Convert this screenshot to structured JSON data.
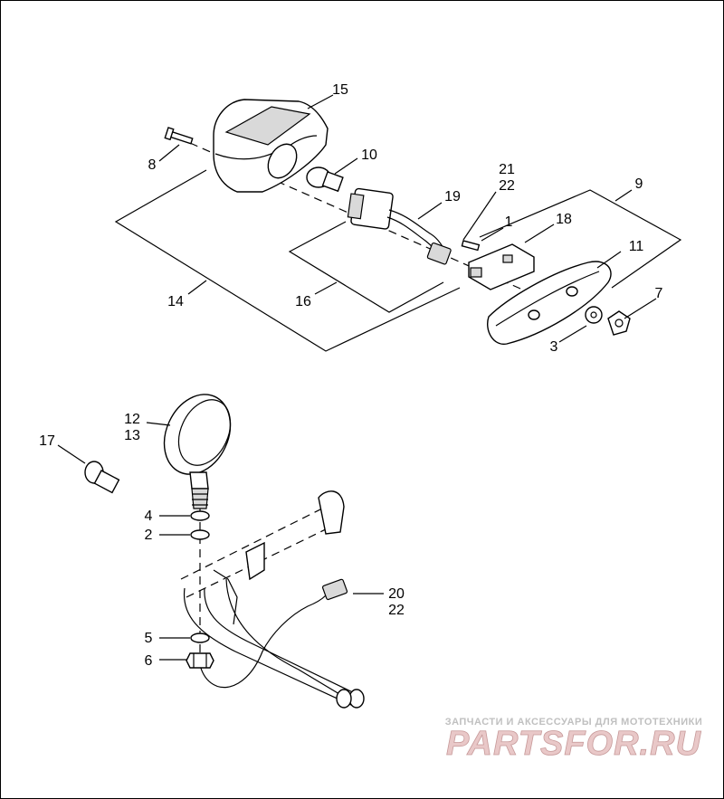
{
  "callouts": {
    "c1": "1",
    "c2": "2",
    "c3": "3",
    "c4": "4",
    "c5": "5",
    "c6": "6",
    "c7": "7",
    "c8": "8",
    "c9": "9",
    "c10": "10",
    "c11": "11",
    "c12": "12",
    "c13": "13",
    "c14": "14",
    "c15": "15",
    "c16": "16",
    "c17": "17",
    "c18": "18",
    "c19": "19",
    "c20": "20",
    "c21": "21",
    "c22a": "22",
    "c22b": "22"
  },
  "watermark": {
    "tagline": "ЗАПЧАСТИ И АКСЕССУАРЫ ДЛЯ МОТОТЕХНИКИ",
    "logo": "PARTSFOR.RU",
    "colors": {
      "logo_fill": "#e9c8c8",
      "logo_stroke": "#c79a9a",
      "tagline": "#c0c0c0"
    }
  }
}
